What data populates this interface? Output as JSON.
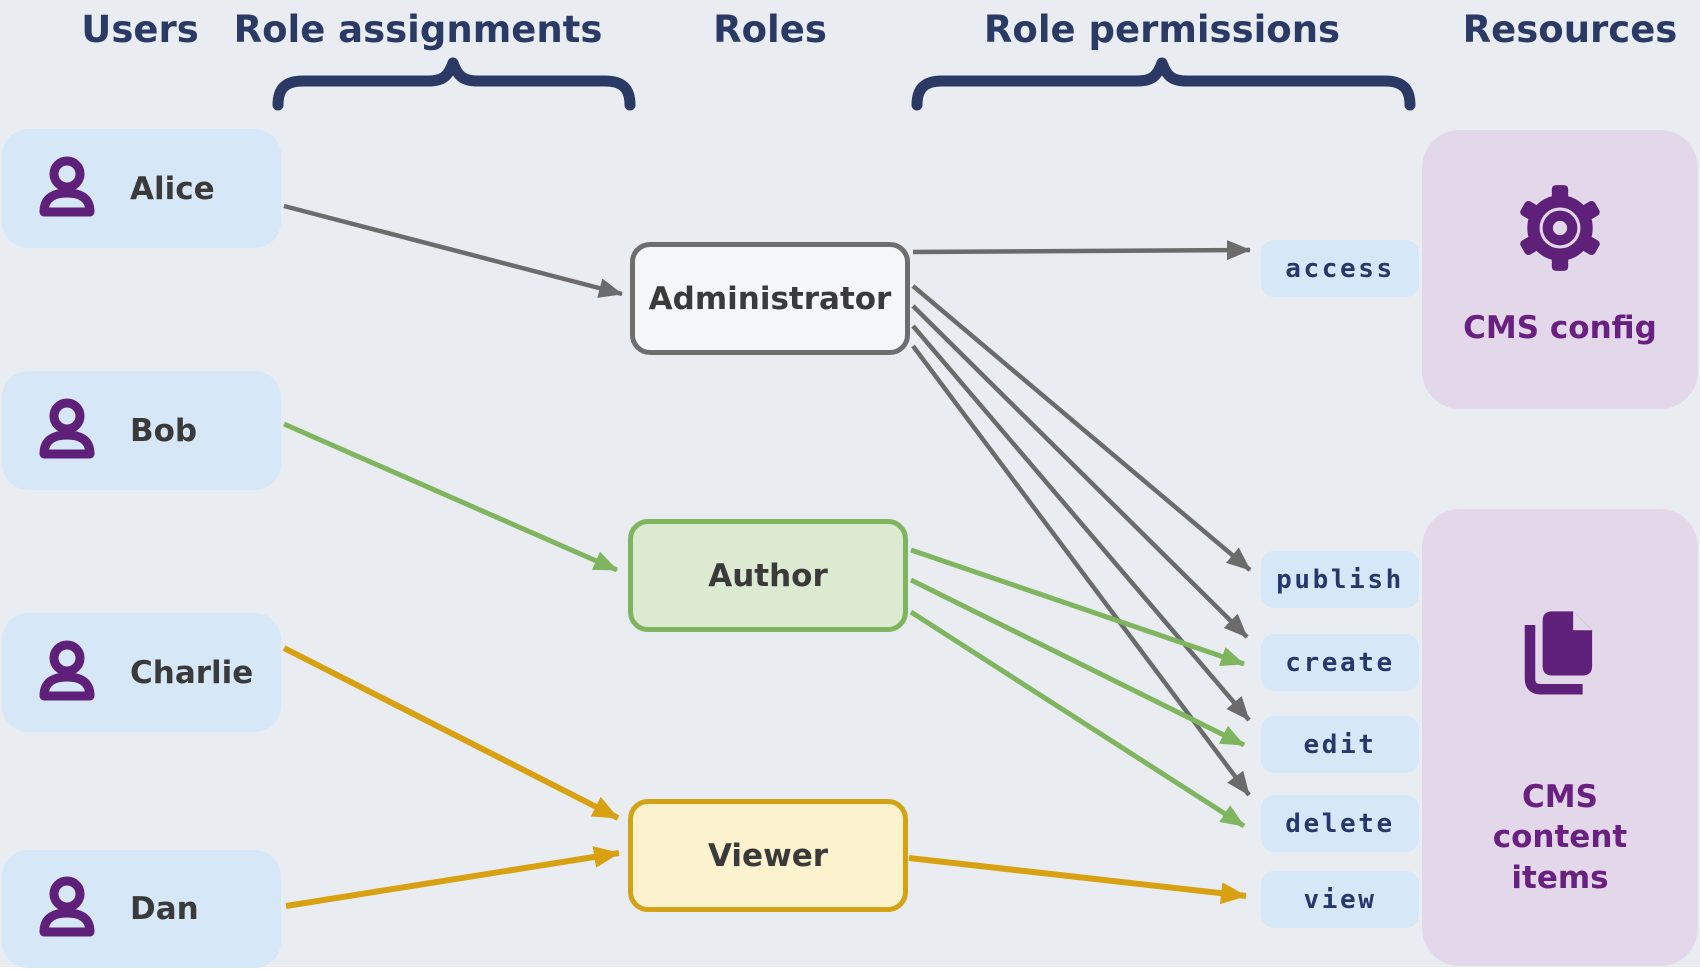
{
  "headers": {
    "users": "Users",
    "role_assignments": "Role assignments",
    "roles": "Roles",
    "role_permissions": "Role permissions",
    "resources": "Resources"
  },
  "users": [
    {
      "name": "Alice"
    },
    {
      "name": "Bob"
    },
    {
      "name": "Charlie"
    },
    {
      "name": "Dan"
    }
  ],
  "roles": [
    {
      "label": "Administrator"
    },
    {
      "label": "Author"
    },
    {
      "label": "Viewer"
    }
  ],
  "permissions": [
    {
      "label": "access"
    },
    {
      "label": "publish"
    },
    {
      "label": "create"
    },
    {
      "label": "edit"
    },
    {
      "label": "delete"
    },
    {
      "label": "view"
    }
  ],
  "resources": [
    {
      "label": "CMS config",
      "icon": "gear-icon"
    },
    {
      "label": "CMS content items",
      "icon": "documents-icon"
    }
  ],
  "assignments": [
    {
      "user": "Alice",
      "role": "Administrator",
      "color": "gray"
    },
    {
      "user": "Bob",
      "role": "Author",
      "color": "green"
    },
    {
      "user": "Charlie",
      "role": "Viewer",
      "color": "orange"
    },
    {
      "user": "Dan",
      "role": "Viewer",
      "color": "orange"
    }
  ],
  "role_permission_links": [
    {
      "role": "Administrator",
      "permissions": [
        "access",
        "publish",
        "create",
        "edit",
        "delete"
      ],
      "color": "gray"
    },
    {
      "role": "Author",
      "permissions": [
        "create",
        "edit",
        "delete"
      ],
      "color": "green"
    },
    {
      "role": "Viewer",
      "permissions": [
        "view"
      ],
      "color": "orange"
    }
  ],
  "colors": {
    "bg": "#e9edf2",
    "navy": "#2b3a64",
    "user_card": "#d6e8f8",
    "chip": "#d6e8f8",
    "chip_text": "#27386b",
    "name_text": "#3a3a3a",
    "purple_icon": "#5e2079",
    "purple_text": "#6a2080",
    "resource_card": "#e2d8e9",
    "admin_fill": "#f5f6f7",
    "admin_border": "#6e6e6e",
    "author_fill": "#dbead0",
    "author_border": "#7fb55e",
    "viewer_fill": "#fdf2ce",
    "viewer_border": "#d2a315",
    "arrow_gray": "#6b6b6b",
    "arrow_green": "#7fb55e",
    "arrow_orange": "#d7a112"
  }
}
